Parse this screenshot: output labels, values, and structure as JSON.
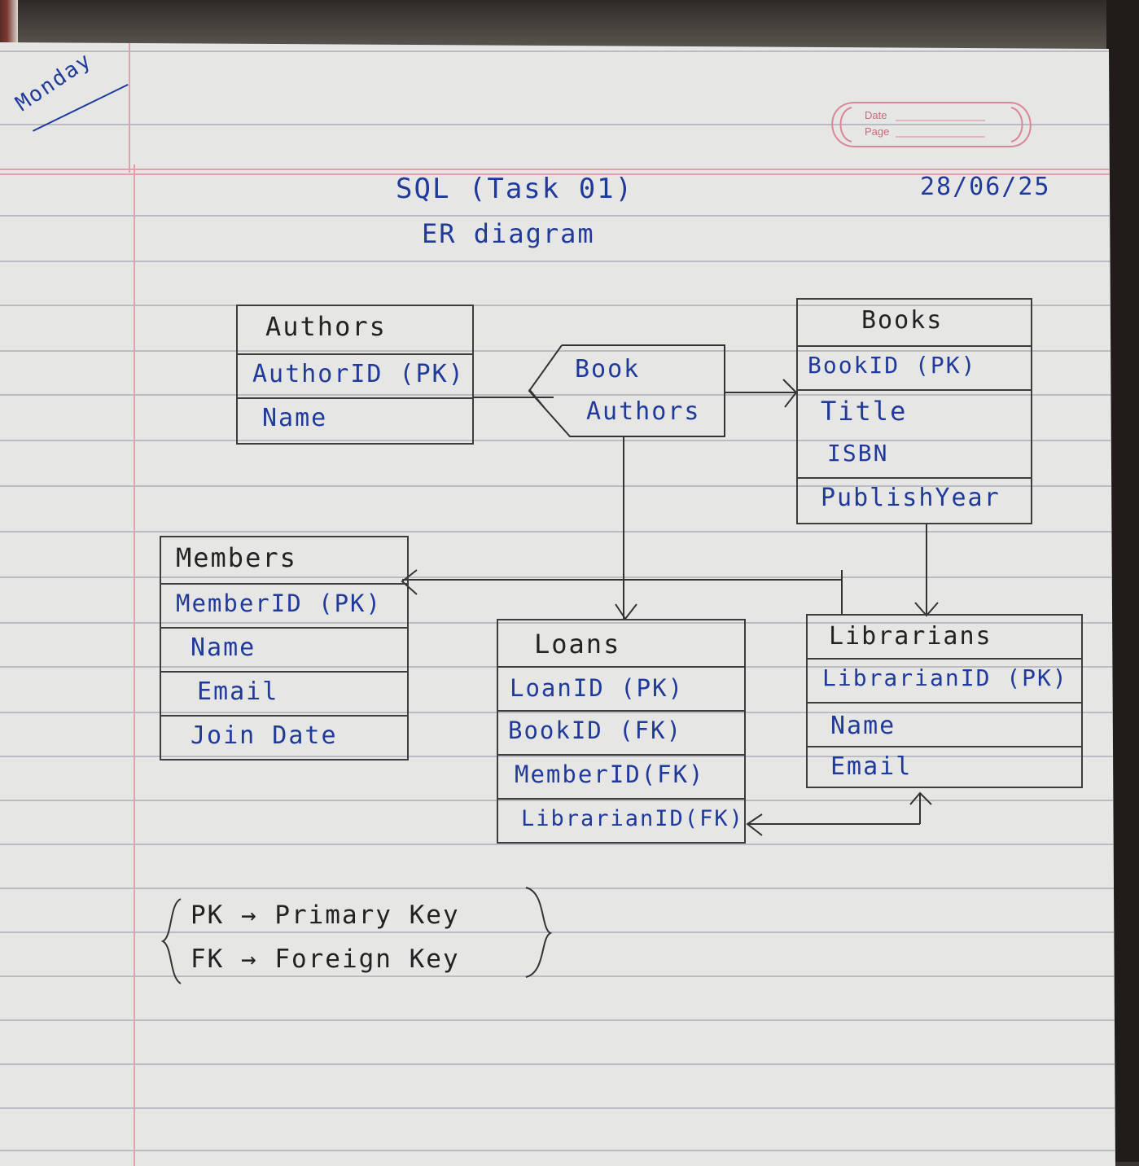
{
  "side_note": "Monday",
  "stamp": {
    "date_label": "Date",
    "page_label": "Page"
  },
  "header": {
    "title": "SQL (Task 01)",
    "subtitle": "ER diagram",
    "date": "28/06/25"
  },
  "entities": {
    "authors": {
      "title": "Authors",
      "fields": [
        "AuthorID (PK)",
        "Name"
      ]
    },
    "book_authors": {
      "line1": "Book",
      "line2": "Authors"
    },
    "books": {
      "title": "Books",
      "fields": [
        "BookID (PK)",
        "Title",
        "ISBN",
        "PublishYear"
      ]
    },
    "members": {
      "title": "Members",
      "fields": [
        "MemberID (PK)",
        "Name",
        "Email",
        "Join Date"
      ]
    },
    "loans": {
      "title": "Loans",
      "fields": [
        "LoanID (PK)",
        "BookID (FK)",
        "MemberID(FK)",
        "LibrarianID(FK)"
      ]
    },
    "librarians": {
      "title": "Librarians",
      "fields": [
        "LibrarianID (PK)",
        "Name",
        "Email"
      ]
    }
  },
  "legend": {
    "pk": "PK → Primary Key",
    "fk": "FK → Foreign Key"
  },
  "colors": {
    "ink_blue": "#1f3a9a",
    "ink_dark": "#222222",
    "margin_pink": "#e3a1ad",
    "rule_gray": "#b9bcc0",
    "paper": "#e6e6e4"
  }
}
